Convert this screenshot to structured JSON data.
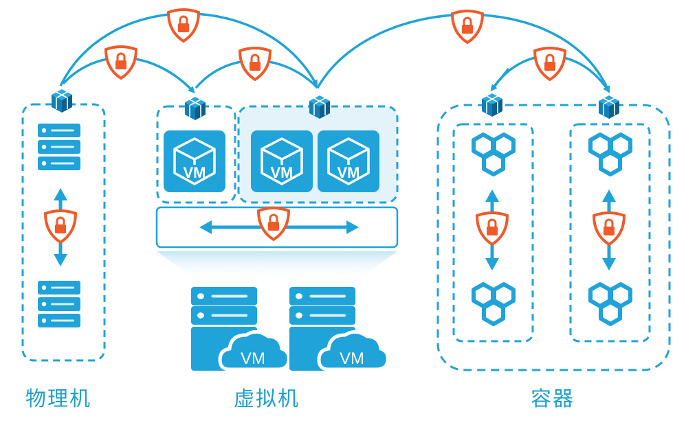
{
  "labels": {
    "physical": "物理机",
    "virtual": "虚拟机",
    "container": "容器"
  },
  "vm_label": "VM",
  "colors": {
    "primary_blue": "#1fa3d8",
    "dark_blue": "#0f6fa5",
    "light_blue_fill": "#e4f3fa",
    "lock_orange": "#f05a28"
  },
  "icons": [
    "server-icon",
    "vm-cube-icon",
    "vm-cloud-server-icon",
    "container-hexagon-icon",
    "network-node-icon",
    "lock-shield-icon"
  ]
}
